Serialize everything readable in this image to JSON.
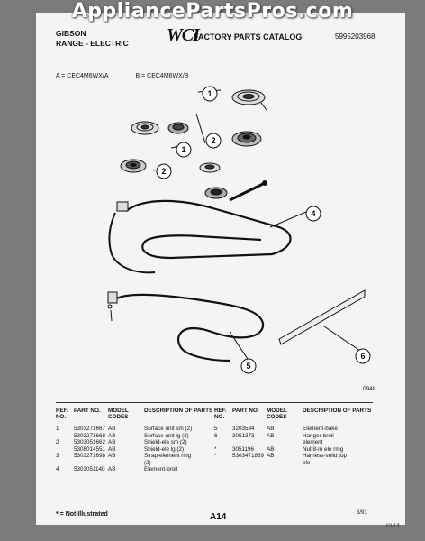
{
  "watermark": "AppliancePartsPros.com",
  "header": {
    "brand_line1": "GIBSON",
    "brand_line2": "RANGE - ELECTRIC",
    "logo": "WCI",
    "title": "FACTORY PARTS CATALOG",
    "catalog_number": "5995203968"
  },
  "models": {
    "a": "A = CEC4M6WX/A",
    "b": "B = CEC4M6WX/B"
  },
  "diagram": {
    "callouts": [
      "1",
      "2",
      "1",
      "2",
      "4",
      "5",
      "6"
    ],
    "figure_number": "0948"
  },
  "table": {
    "left_headers": [
      "REF. NO.",
      "PART NO.",
      "MODEL CODES",
      "DESCRIPTION OF PARTS"
    ],
    "right_headers": [
      "REF. NO.",
      "PART NO.",
      "MODEL CODES",
      "DESCRIPTION OF PARTS"
    ],
    "left_rows": [
      [
        "1",
        "5303271667",
        "AB",
        "Surface unit sm (2)"
      ],
      [
        "",
        "5303271668",
        "AB",
        "Surface unit lg (2)"
      ],
      [
        "2",
        "5303051662",
        "AB",
        "Shield-ele sm (2)"
      ],
      [
        "",
        "5308014551",
        "AB",
        "Shield-ele lg (2)"
      ],
      [
        "3",
        "5303271698",
        "AB",
        "Strap-element rmg"
      ],
      [
        "",
        "",
        "",
        "(2)"
      ],
      [
        "4",
        "5303051140",
        "AB",
        "Element-broil"
      ]
    ],
    "right_rows": [
      [
        "5",
        "3203534",
        "AB",
        "Element-bake"
      ],
      [
        "6",
        "3051373",
        "AB",
        "Hanger-broil"
      ],
      [
        "",
        "",
        "",
        "element"
      ],
      [
        "*",
        "3051196",
        "AB",
        "Nut 8-m ele rmg"
      ],
      [
        "*",
        "5303471869",
        "AB",
        "Harness-solid top"
      ],
      [
        "",
        "",
        "",
        "ele"
      ]
    ]
  },
  "footer": {
    "note": "* = Not Illustrated",
    "page": "A14",
    "date": "3/91",
    "handwritten": "10-13"
  }
}
